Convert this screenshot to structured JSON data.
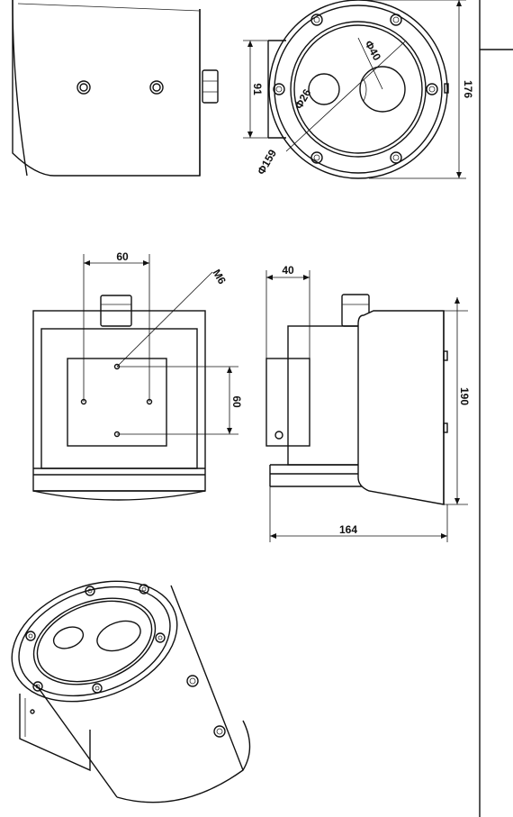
{
  "dimensions": {
    "front_height": "91",
    "front_diameter_outer": "176",
    "bore_large": "40",
    "bore_small": "26",
    "bolt_circle": "159",
    "bottom_width": "60",
    "thread": "M6",
    "bottom_height": "60",
    "side_offset": "40",
    "side_height": "190",
    "side_length": "164"
  },
  "colors": {
    "stroke": "#111111",
    "background": "#ffffff"
  }
}
